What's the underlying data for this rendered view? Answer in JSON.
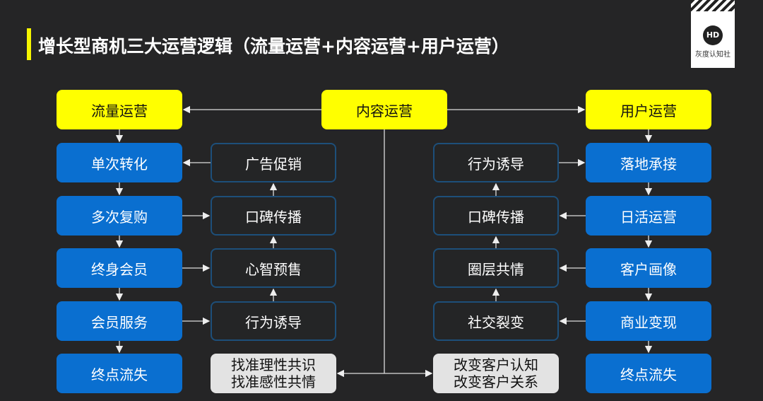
{
  "title": "增长型商机三大运营逻辑（流量运营+内容运营+用户运营）",
  "logo": {
    "text": "灰度认知社",
    "mark": "HD"
  },
  "headers": {
    "traffic": "流量运营",
    "content": "内容运营",
    "user": "用户运营"
  },
  "traffic_col": [
    "单次转化",
    "多次复购",
    "终身会员",
    "会员服务",
    "终点流失"
  ],
  "traffic_content": [
    "广告促销",
    "口碑传播",
    "心智预售",
    "行为诱导"
  ],
  "user_content": [
    "行为诱导",
    "口碑传播",
    "圈层共情",
    "社交裂变"
  ],
  "user_col": [
    "落地承接",
    "日活运营",
    "客户画像",
    "商业变现",
    "终点流失"
  ],
  "left_note": [
    "找准理性共识",
    "找准感性共情"
  ],
  "right_note": [
    "改变客户认知",
    "改变客户关系"
  ]
}
